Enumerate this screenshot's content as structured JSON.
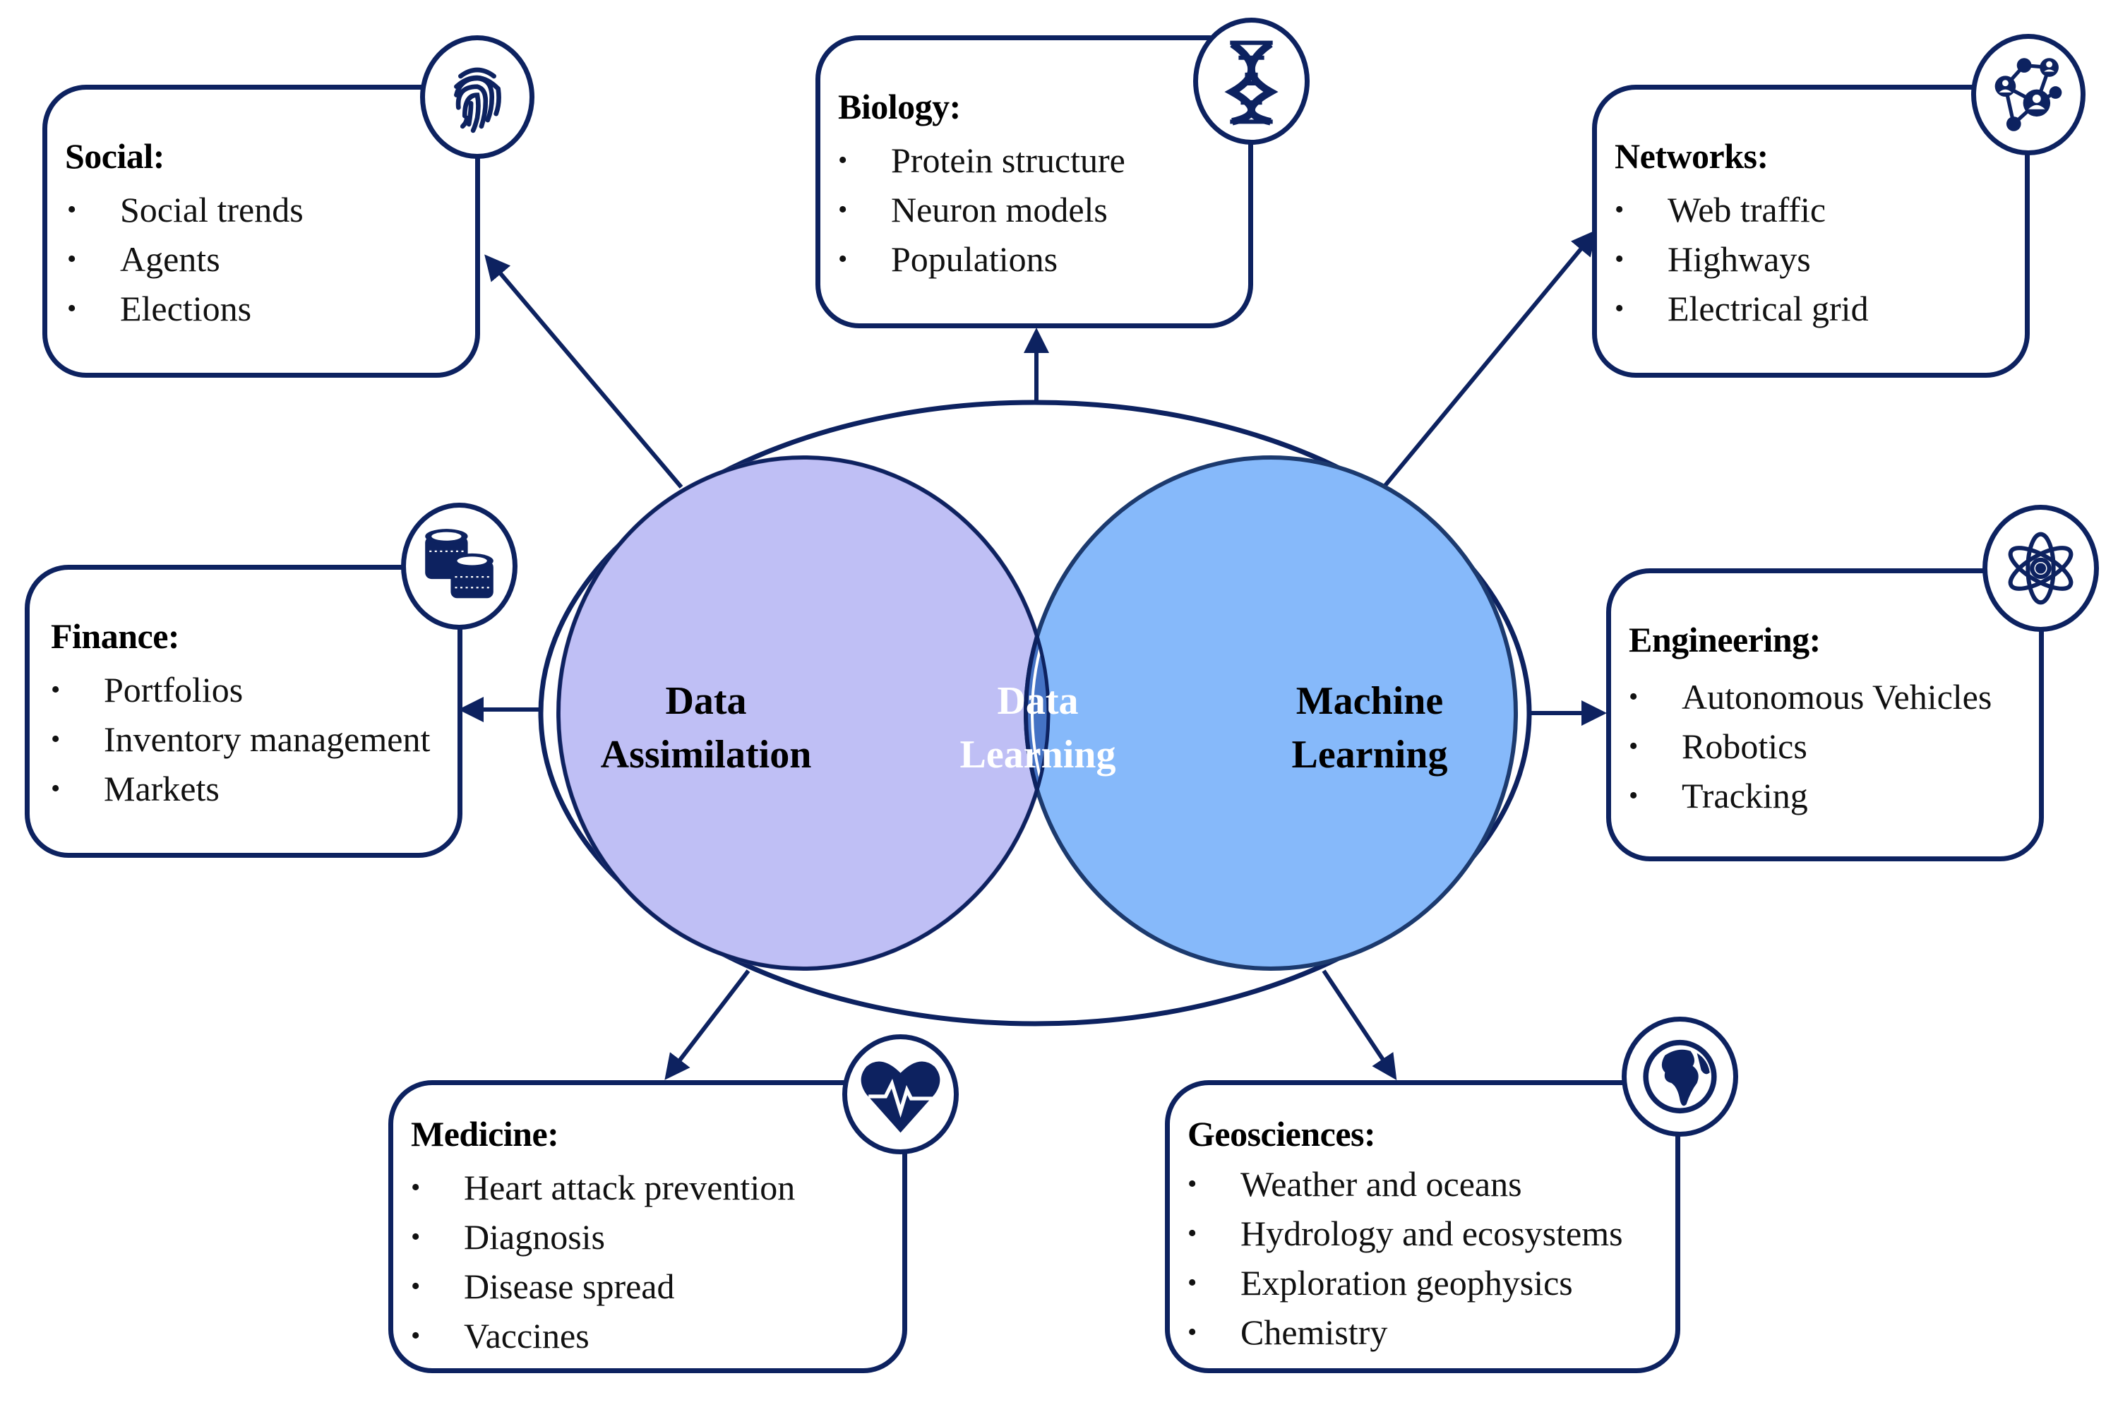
{
  "colors": {
    "stroke": "#0d2260",
    "data_assimilation_fill": "#bfbff5",
    "machine_learning_fill": "#86b9fa",
    "data_learning_fill": "#4472c4"
  },
  "center": {
    "left_label_line1": "Data",
    "left_label_line2": "Assimilation",
    "middle_label_line1": "Data",
    "middle_label_line2": "Learning",
    "right_label_line1": "Machine",
    "right_label_line2": "Learning"
  },
  "boxes": {
    "social": {
      "title": "Social:",
      "icon": "fingerprint-icon",
      "items": [
        "Social trends",
        "Agents",
        "Elections"
      ]
    },
    "biology": {
      "title": "Biology:",
      "icon": "dna-icon",
      "items": [
        "Protein structure",
        "Neuron models",
        "Populations"
      ]
    },
    "networks": {
      "title": "Networks:",
      "icon": "network-icon",
      "items": [
        "Web traffic",
        "Highways",
        "Electrical grid"
      ]
    },
    "finance": {
      "title": "Finance:",
      "icon": "coins-icon",
      "items": [
        "Portfolios",
        "Inventory management",
        "Markets"
      ]
    },
    "engineering": {
      "title": "Engineering:",
      "icon": "atom-icon",
      "items": [
        "Autonomous Vehicles",
        "Robotics",
        "Tracking"
      ]
    },
    "medicine": {
      "title": "Medicine:",
      "icon": "heartbeat-icon",
      "items": [
        "Heart attack prevention",
        "Diagnosis",
        "Disease spread",
        "Vaccines"
      ]
    },
    "geosciences": {
      "title": "Geosciences:",
      "icon": "globe-icon",
      "items": [
        "Weather and oceans",
        "Hydrology and ecosystems",
        "Exploration geophysics",
        "Chemistry"
      ]
    }
  },
  "bullet": "•"
}
